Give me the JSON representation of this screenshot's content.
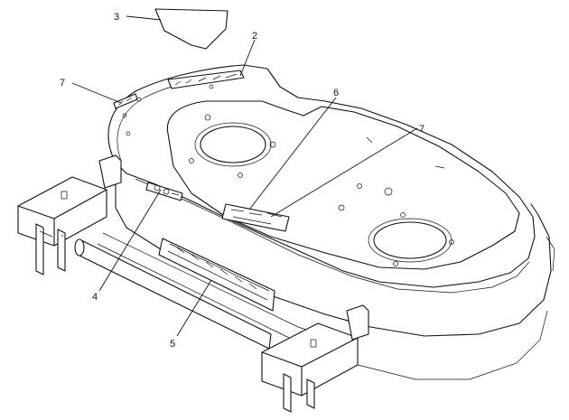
{
  "callouts": {
    "c2": "2",
    "c3": "3",
    "c4": "4",
    "c5": "5",
    "c6": "6",
    "c7a": "7",
    "c7b": "7"
  }
}
